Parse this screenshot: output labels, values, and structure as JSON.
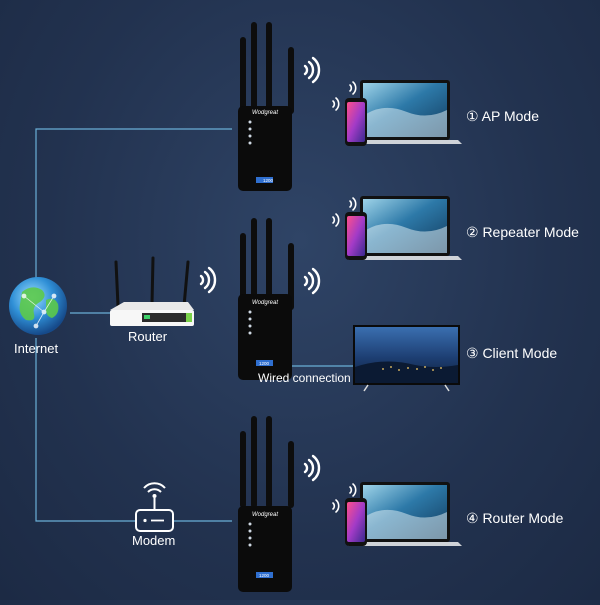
{
  "nodes": {
    "internet": "Internet",
    "router": "Router",
    "modem": "Modem",
    "wired": "Wired connection"
  },
  "modes": {
    "ap": "① AP Mode",
    "repeater": "② Repeater Mode",
    "client": "③ Client Mode",
    "router": "④ Router Mode"
  },
  "device": {
    "brand": "Wodgreat",
    "badge": "1200"
  },
  "colors": {
    "background": "#22324f",
    "line": "#6aaed6",
    "wifi": "#ffffff",
    "device": "#0b0b0b"
  }
}
